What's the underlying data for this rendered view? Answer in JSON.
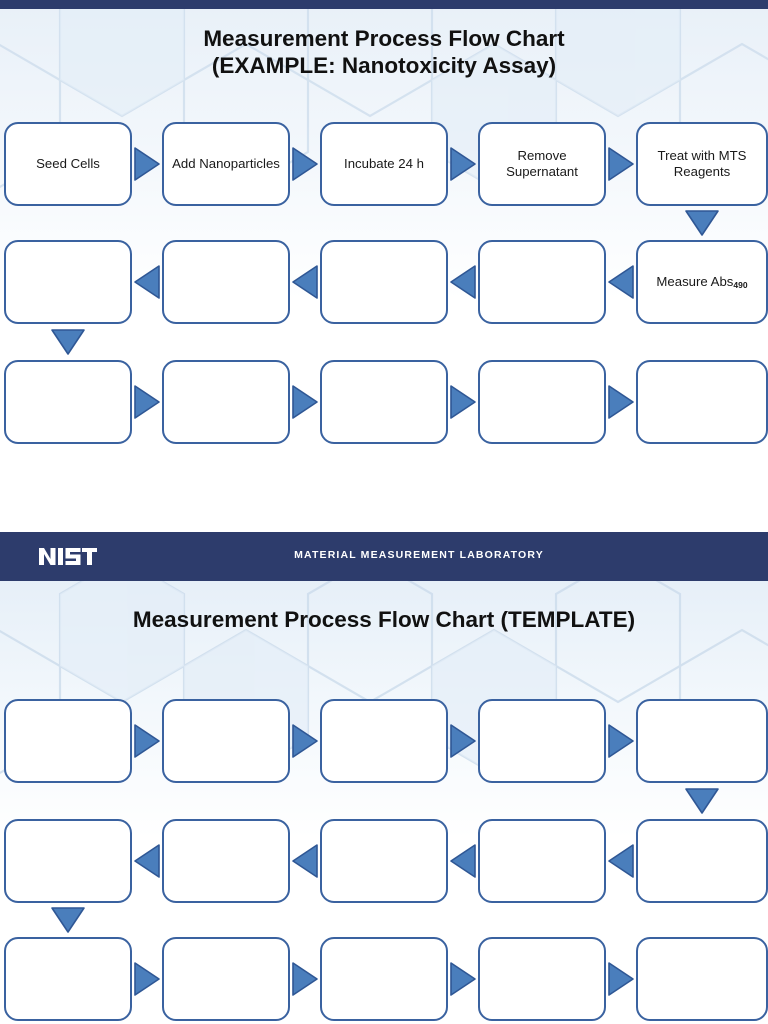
{
  "document": {
    "type": "presentation-slides",
    "slide_count": 2
  },
  "colors": {
    "banner_navy": "#2d3c6c",
    "node_border": "#3a62a0",
    "arrow_fill": "#4a7ebc",
    "arrow_stroke": "#2f5795",
    "node_fill": "#ffffff",
    "page_background": "#ffffff",
    "watermark": "#dde7f2"
  },
  "slide_example": {
    "title_line1": "Measurement Process Flow Chart",
    "title_line2": "(EXAMPLE: Nanotoxicity Assay)",
    "rows": [
      {
        "row_index": 1,
        "flow_direction": "left-to-right",
        "nodes": [
          {
            "label": "Seed Cells"
          },
          {
            "label": "Add Nanoparticles"
          },
          {
            "label": "Incubate 24 h"
          },
          {
            "label": "Remove Supernatant"
          },
          {
            "label": "Treat with MTS Reagents"
          }
        ]
      },
      {
        "row_index": 2,
        "flow_direction": "right-to-left",
        "nodes": [
          {
            "label": ""
          },
          {
            "label": ""
          },
          {
            "label": ""
          },
          {
            "label": ""
          },
          {
            "label": "Measure Abs",
            "subscript": "490"
          }
        ]
      },
      {
        "row_index": 3,
        "flow_direction": "left-to-right",
        "nodes": [
          {
            "label": ""
          },
          {
            "label": ""
          },
          {
            "label": ""
          },
          {
            "label": ""
          },
          {
            "label": ""
          }
        ]
      }
    ],
    "connector_down_row1_to_row2_column": 5,
    "connector_down_row2_to_row3_column": 1
  },
  "slide_template": {
    "banner_logo": "NIST",
    "banner_text": "MATERIAL MEASUREMENT LABORATORY",
    "title": "Measurement Process Flow Chart (TEMPLATE)",
    "rows": [
      {
        "row_index": 1,
        "flow_direction": "left-to-right",
        "nodes": [
          {
            "label": ""
          },
          {
            "label": ""
          },
          {
            "label": ""
          },
          {
            "label": ""
          },
          {
            "label": ""
          }
        ]
      },
      {
        "row_index": 2,
        "flow_direction": "right-to-left",
        "nodes": [
          {
            "label": ""
          },
          {
            "label": ""
          },
          {
            "label": ""
          },
          {
            "label": ""
          },
          {
            "label": ""
          }
        ]
      },
      {
        "row_index": 3,
        "flow_direction": "left-to-right",
        "nodes": [
          {
            "label": ""
          },
          {
            "label": ""
          },
          {
            "label": ""
          },
          {
            "label": ""
          },
          {
            "label": ""
          }
        ]
      }
    ],
    "connector_down_row1_to_row2_column": 5,
    "connector_down_row2_to_row3_column": 1
  },
  "icons": {
    "arrow_right": "arrow-right-icon",
    "arrow_left": "arrow-left-icon",
    "arrow_down": "arrow-down-icon",
    "nist_logo": "nist-logo-icon"
  }
}
